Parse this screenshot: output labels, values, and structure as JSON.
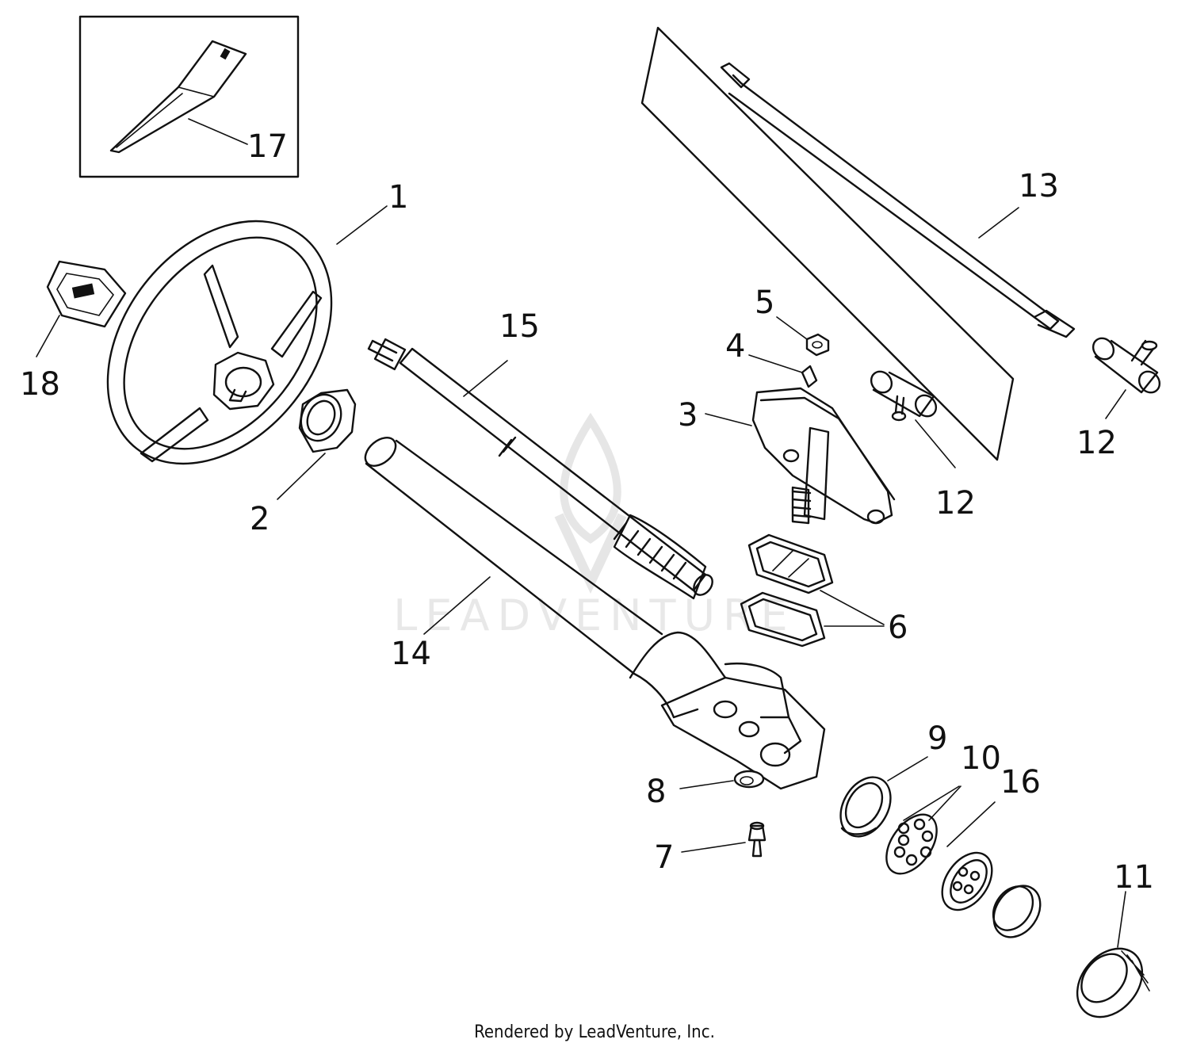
{
  "diagram": {
    "watermark": "LEADVENTURE",
    "callouts": [
      "1",
      "2",
      "3",
      "4",
      "5",
      "6",
      "7",
      "8",
      "9",
      "10",
      "11",
      "12",
      "12",
      "13",
      "14",
      "15",
      "16",
      "17",
      "18"
    ]
  },
  "footer": {
    "text": "Rendered by LeadVenture, Inc."
  }
}
